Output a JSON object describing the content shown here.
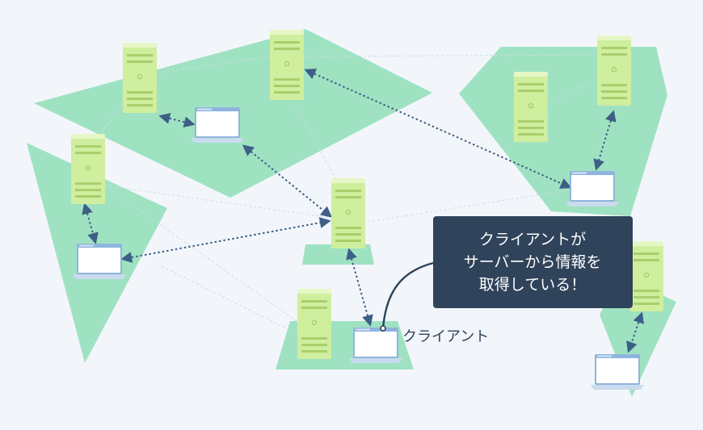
{
  "callout": {
    "lines": [
      "クライアントが",
      "サーバーから情報を",
      "取得している！"
    ]
  },
  "client_label": "クライアント",
  "colors": {
    "background": "#f2f6fb",
    "region": "#9fe2c2",
    "server_body": "#cfee9e",
    "server_top": "#e6f7c6",
    "server_line": "#a9cf6c",
    "laptop_frame": "#8fb4de",
    "laptop_base": "#c9dbee",
    "arrow": "#3d5f86",
    "callout_bg": "#2f435a",
    "callout_text": "#ffffff",
    "dashed_link": "#cfd9e4"
  }
}
